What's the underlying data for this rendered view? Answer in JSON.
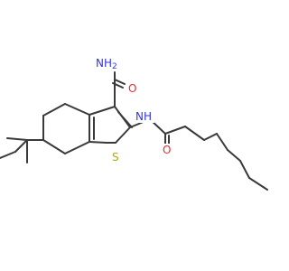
{
  "molecule": {
    "atoms": {
      "nh2": {
        "text": "NH",
        "sub": "2",
        "color": "#3333e6"
      },
      "o_amide": {
        "text": "O",
        "color": "#e62a2a"
      },
      "s": {
        "text": "S",
        "color": "#b3a800"
      },
      "nh": {
        "text": "NH",
        "color": "#3333e6"
      },
      "o_acyl": {
        "text": "O",
        "color": "#e62a2a"
      }
    },
    "bond_color": "#3a3a3a"
  }
}
